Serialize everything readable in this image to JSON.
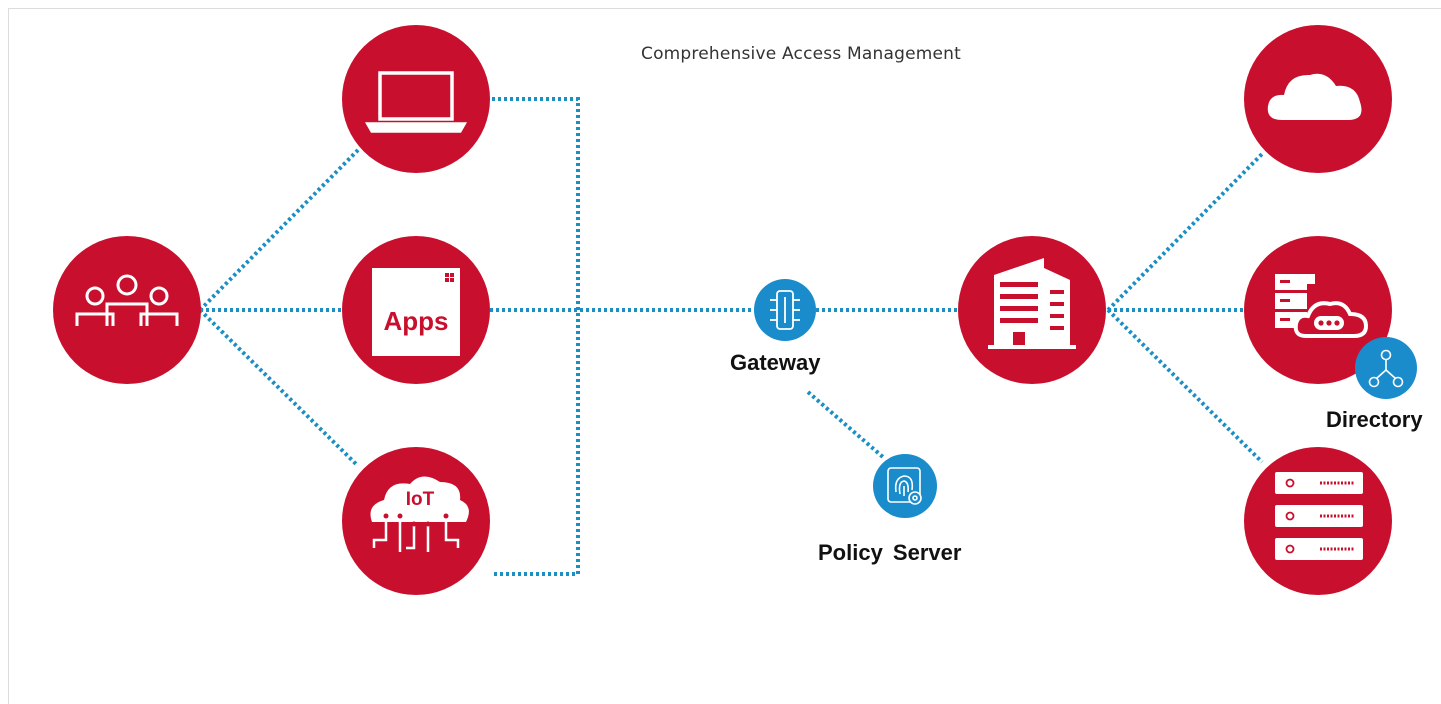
{
  "title": "Comprehensive Access Management",
  "colors": {
    "node_fill": "#c8102e",
    "connector": "#1b8fc4",
    "accent_fill": "#1a8ccc",
    "background": "#ffffff"
  },
  "nodes": {
    "users": {
      "icon": "users-icon"
    },
    "laptop": {
      "icon": "laptop-icon"
    },
    "apps": {
      "icon": "apps-icon",
      "text": "Apps"
    },
    "iot": {
      "icon": "iot-cloud-icon",
      "text": "IoT"
    },
    "gateway": {
      "icon": "gateway-icon",
      "label": "Gateway"
    },
    "policy_server": {
      "icon": "fingerprint-gear-icon",
      "label": "Policy  Server"
    },
    "enterprise": {
      "icon": "building-icon"
    },
    "cloud": {
      "icon": "cloud-icon"
    },
    "directory": {
      "icon": "database-cloud-icon",
      "label": "Directory",
      "badge_icon": "hierarchy-icon"
    },
    "servers": {
      "icon": "server-rack-icon"
    }
  }
}
